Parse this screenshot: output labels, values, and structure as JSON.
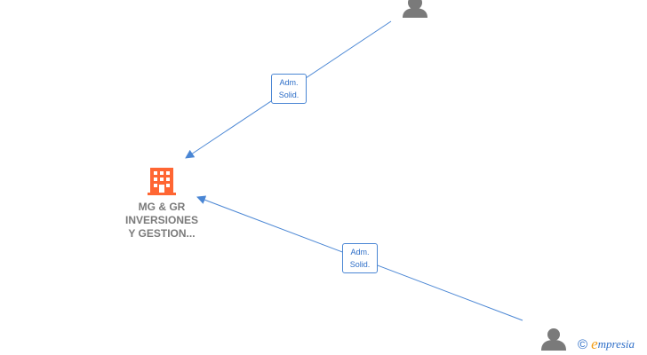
{
  "company": {
    "name_lines": [
      "MG & GR",
      "INVERSIONES",
      "Y GESTION..."
    ],
    "icon": "building-icon",
    "color": "#ff6633"
  },
  "people": [
    {
      "icon": "person-icon",
      "color": "#7a7a7a"
    },
    {
      "icon": "person-icon",
      "color": "#7a7a7a"
    }
  ],
  "relations": [
    {
      "line1": "Adm.",
      "line2": "Solid."
    },
    {
      "line1": "Adm.",
      "line2": "Solid."
    }
  ],
  "edge_color": "#4a86d4",
  "brand": {
    "copyright": "©",
    "initial": "e",
    "rest": "mpresia",
    "accent": "#f39c12",
    "color": "#2f6fc8"
  }
}
